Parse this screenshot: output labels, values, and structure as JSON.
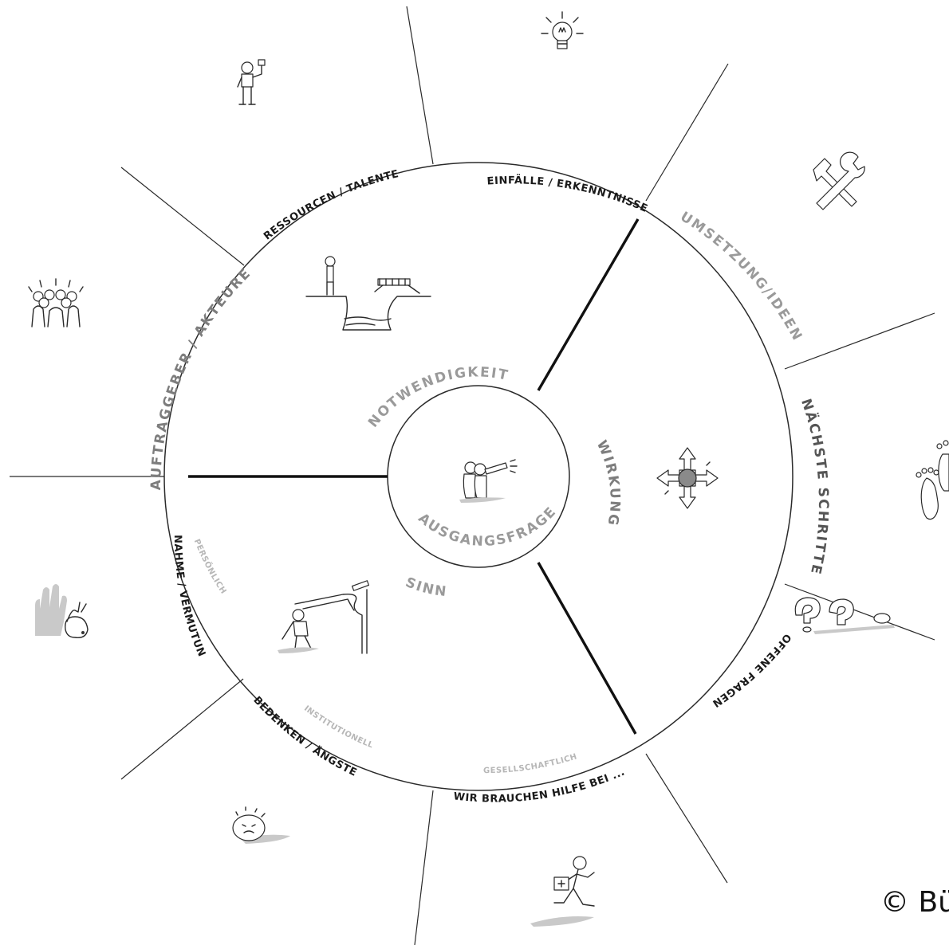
{
  "center": {
    "label_top": "NOTWENDIGKEIT",
    "label_bottom": "AUSGANGSFRAGE"
  },
  "inner_sections": {
    "right": "WIRKUNG",
    "bottom": "SINN"
  },
  "sinn_dimensions": [
    "PERSÖNLICH",
    "INSTITUTIONELL",
    "GESELLSCHAFTLICH"
  ],
  "outer_labels": {
    "einfaelle": "EINFÄLLE / ERKENNTNISSE",
    "ressourcen": "RESSOURCEN / TALENTE",
    "auftraggeber": "AUFTRAGGEBER / AKTEURE",
    "umsetzung": "UMSETZUNG/IDEEN",
    "naechste": "NÄCHSTE SCHRITTE",
    "offene": "OFFENE FRAGEN",
    "hilfe": "WIR BRAUCHEN HILFE BEI ...",
    "bedenken": "BEDENKEN / ÄNGSTE",
    "annahme": "ANNAHME / VERMUTUNG"
  },
  "icons": {
    "lightbulb": "lightbulb-icon",
    "strong_person": "strong-person-icon",
    "tools": "tools-icon",
    "crowd": "crowd-icon",
    "footprints": "footprints-icon",
    "rabbit_shadow": "rabbit-shadow-icon",
    "question_marks": "question-marks-icon",
    "worried_stone": "worried-stone-icon",
    "helper_running": "helper-running-icon",
    "bridge_gap": "bridge-gap-icon",
    "telescope_group": "telescope-group-icon",
    "target_arrows": "target-arrows-icon",
    "hiker_path": "hiker-path-icon"
  },
  "copyright": "© Bü"
}
